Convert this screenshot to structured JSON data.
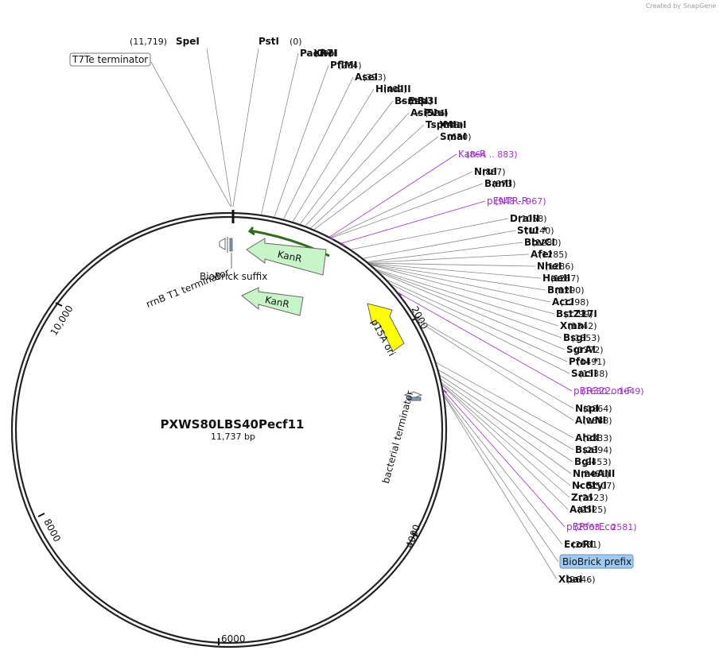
{
  "watermark": {
    "created_by": "Created by",
    "brand": "SnapGene"
  },
  "plasmid": {
    "name": "PXWS80LBS40Pecf11",
    "length": "11,737 bp"
  },
  "ticks": [
    "2000",
    "4000",
    "6000",
    "8000",
    "10,000"
  ],
  "feature_labels": {
    "t7te": "T7Te terminator",
    "rrnb": "rrnB T1 terminator",
    "biobrick_suffix": "BioBrick suffix",
    "kanr1": "KanR",
    "kanr2": "KanR",
    "p15a": "p15A ori",
    "bacterial_term": "bacterial terminator"
  },
  "sites": [
    {
      "name": "SpeI",
      "pos": "(11,719)"
    },
    {
      "name": "PstI",
      "pos": "(0)"
    },
    {
      "name": "PaeR7I",
      "name2": "XhoI",
      "pos": "(79)"
    },
    {
      "name": "PflMI",
      "pos": "(264)"
    },
    {
      "name": "AseI",
      "pos": "(323)"
    },
    {
      "name": "HindIII",
      "pos": "(402)"
    },
    {
      "name": "BsmBI",
      "name2": "Esp3I",
      "pos": "(504)"
    },
    {
      "name": "AsiSI",
      "name2": "PvuI",
      "pos": "(526)"
    },
    {
      "name": "TspMI",
      "name2": "XmaI",
      "pos": "(648)"
    },
    {
      "name": "SmaI",
      "pos": "(650)"
    },
    {
      "name": "Kan-R",
      "pos": "(864 .. 883)",
      "primer": true
    },
    {
      "name": "NruI",
      "pos": "(867)"
    },
    {
      "name": "BanII",
      "pos": "(873)"
    },
    {
      "name": "pENTR-R",
      "pos": "(948 .. 967)",
      "primer": true
    },
    {
      "name": "DraIII",
      "pos": "(1058)"
    },
    {
      "name": "StuI *",
      "pos": "(1240)"
    },
    {
      "name": "BbvCI",
      "pos": "(1280)"
    },
    {
      "name": "AfeI",
      "pos": "(1285)"
    },
    {
      "name": "NheI",
      "pos": "(1286)"
    },
    {
      "name": "HaeII",
      "pos": "(1287)"
    },
    {
      "name": "BmtI",
      "pos": "(1290)"
    },
    {
      "name": "AccI",
      "pos": "(1298)"
    },
    {
      "name": "BstZ17I",
      "pos": "(1299)"
    },
    {
      "name": "XmnI",
      "pos": "(1342)"
    },
    {
      "name": "BsgI",
      "pos": "(1353)"
    },
    {
      "name": "SgrAI",
      "pos": "(1372)"
    },
    {
      "name": "PfoI *",
      "pos": "(1491)"
    },
    {
      "name": "SacII",
      "pos": "(1538)"
    },
    {
      "name": "pBR322ori-F",
      "pos": "(1630 .. 1649)",
      "primer": true
    },
    {
      "name": "NspI",
      "pos": "(1864)"
    },
    {
      "name": "AlwNI",
      "pos": "(1888)"
    },
    {
      "name": "AhdI",
      "pos": "(2333)"
    },
    {
      "name": "BsaI",
      "pos": "(2394)"
    },
    {
      "name": "BglI",
      "pos": "(2453)"
    },
    {
      "name": "NmeAIII",
      "pos": "(2481)"
    },
    {
      "name": "NcoI",
      "name2": "StyI",
      "pos": "(2507)"
    },
    {
      "name": "ZraI",
      "pos": "(2523)"
    },
    {
      "name": "AatII",
      "pos": "(2525)"
    },
    {
      "name": "pBRforEco",
      "pos": "(2563 .. 2581)",
      "primer": true
    },
    {
      "name": "EcoRI",
      "pos": "(2631)"
    },
    {
      "name": "BioBrick prefix",
      "boxed": true
    },
    {
      "name": "XbaI",
      "pos": "(2646)"
    }
  ],
  "colors": {
    "primer": "#a030d0",
    "kanr": "#c8f5c8",
    "p15a": "#ffff00",
    "prefix_box": "#9ec9f0"
  }
}
